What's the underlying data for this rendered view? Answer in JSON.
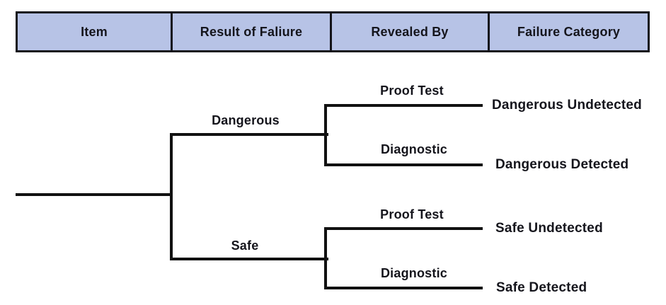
{
  "table": {
    "fill_color": "#b7c3e6",
    "border_color": "#14141a",
    "columns": [
      {
        "label": "Item"
      },
      {
        "label": "Result of Faliure"
      },
      {
        "label": "Revealed By"
      },
      {
        "label": "Failure Category"
      }
    ]
  },
  "tree": {
    "line_color": "#111111",
    "text_color": "#15151c",
    "level1": [
      {
        "label": "Dangerous"
      },
      {
        "label": "Safe"
      }
    ],
    "level2": [
      {
        "label": "Proof Test"
      },
      {
        "label": "Diagnostic"
      },
      {
        "label": "Proof Test"
      },
      {
        "label": "Diagnostic"
      }
    ],
    "leaves": [
      {
        "label": "Dangerous Undetected"
      },
      {
        "label": "Dangerous Detected"
      },
      {
        "label": "Safe Undetected"
      },
      {
        "label": "Safe Detected"
      }
    ]
  }
}
